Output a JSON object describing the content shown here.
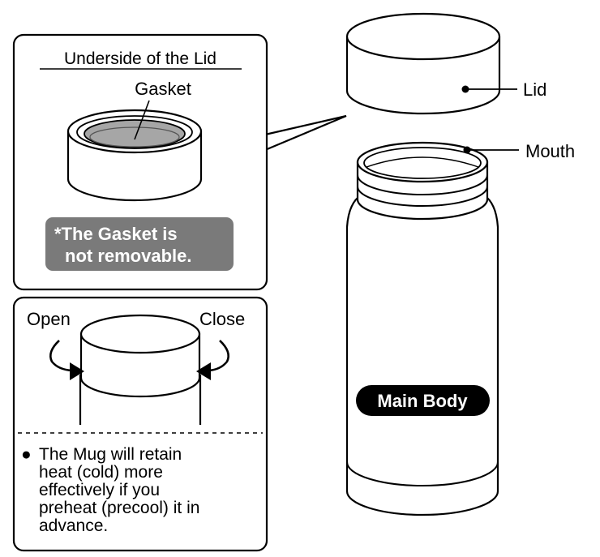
{
  "inset": {
    "title": "Underside of the Lid",
    "gasket_label": "Gasket",
    "note_line1": "*The Gasket is",
    "note_line2": "not removable."
  },
  "rotation": {
    "open_label": "Open",
    "close_label": "Close"
  },
  "tip": {
    "bullet": "●",
    "lines": [
      "The Mug will retain",
      "heat (cold) more",
      "effectively if you",
      "preheat (precool) it in",
      "advance."
    ]
  },
  "parts": {
    "lid": "Lid",
    "mouth": "Mouth",
    "main_body": "Main Body"
  },
  "colors": {
    "line": "#000000",
    "gasket_fill": "#a6a6a6",
    "note_fill": "#7a7a7a",
    "badge_fill": "#000000"
  }
}
